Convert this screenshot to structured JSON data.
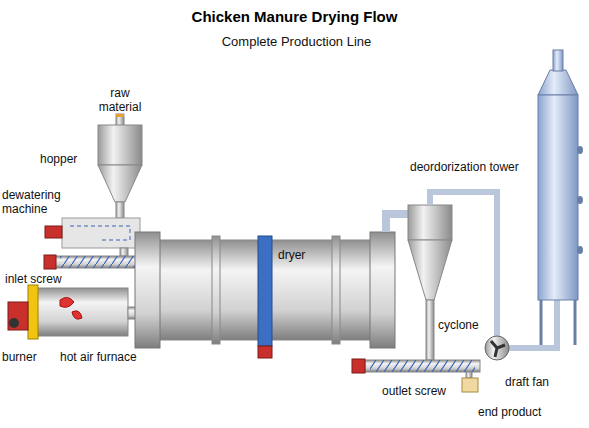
{
  "diagram": {
    "title": "Chicken Manure Drying Flow",
    "labels": [
      "Complete Production Line",
      "raw material",
      "hopper",
      "dewatering machine",
      "inlet screw",
      "burner",
      "hot air furnace",
      "dryer",
      "deordorization tower",
      "cyclone",
      "draft fan",
      "outlet screw",
      "end product"
    ]
  }
}
